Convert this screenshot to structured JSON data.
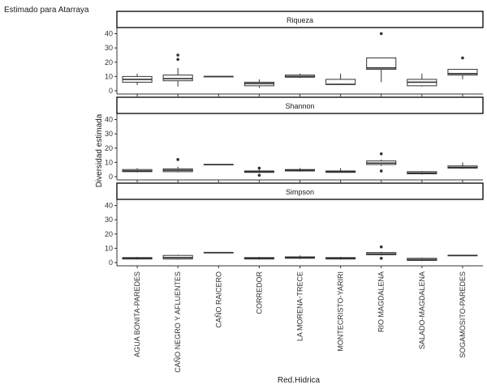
{
  "chart_data": {
    "type": "boxplot",
    "title": "Estimado para Atarraya",
    "xlabel": "Red.Hidrica",
    "ylabel": "Diversidad estimada",
    "ylim": [
      0,
      42
    ],
    "yticks": [
      0,
      10,
      20,
      30,
      40
    ],
    "categories": [
      "AGUA BONITA-PAREDES",
      "CAÑO NEGRO Y AFLUENTES",
      "CAÑO RAICERO",
      "CORREDOR",
      "LA MORENA-TRECE",
      "MONTECRISTO-YARIRI",
      "RIO MAGDALENA",
      "SALADO-MAGDALENA",
      "SOGAMOSITO-PAREDES"
    ],
    "panels": [
      {
        "label": "Riqueza",
        "boxes": [
          {
            "min": 4,
            "q1": 6,
            "median": 8,
            "q3": 10,
            "max": 12,
            "outliers": []
          },
          {
            "min": 3,
            "q1": 7,
            "median": 8.5,
            "q3": 11,
            "max": 16,
            "outliers": [
              22,
              25
            ]
          },
          {
            "min": 10,
            "q1": 10,
            "median": 10,
            "q3": 10,
            "max": 10,
            "outliers": []
          },
          {
            "min": 2,
            "q1": 3.5,
            "median": 5,
            "q3": 6,
            "max": 8,
            "outliers": []
          },
          {
            "min": 9,
            "q1": 9.5,
            "median": 10,
            "q3": 11,
            "max": 12,
            "outliers": []
          },
          {
            "min": 4,
            "q1": 4.5,
            "median": 4.5,
            "q3": 8,
            "max": 12,
            "outliers": []
          },
          {
            "min": 6,
            "q1": 15,
            "median": 16,
            "q3": 23,
            "max": 23,
            "outliers": [
              40
            ]
          },
          {
            "min": 3,
            "q1": 3.5,
            "median": 6,
            "q3": 8,
            "max": 12,
            "outliers": []
          },
          {
            "min": 8,
            "q1": 11,
            "median": 12,
            "q3": 15,
            "max": 15,
            "outliers": [
              23
            ]
          }
        ]
      },
      {
        "label": "Shannon",
        "boxes": [
          {
            "min": 3,
            "q1": 3.5,
            "median": 4,
            "q3": 5,
            "max": 6,
            "outliers": []
          },
          {
            "min": 3,
            "q1": 3.5,
            "median": 4.5,
            "q3": 5.5,
            "max": 7,
            "outliers": [
              12
            ]
          },
          {
            "min": 8.5,
            "q1": 8.5,
            "median": 8.5,
            "q3": 8.5,
            "max": 8.5,
            "outliers": []
          },
          {
            "min": 2.5,
            "q1": 3,
            "median": 3.5,
            "q3": 4,
            "max": 5,
            "outliers": [
              6,
              1
            ]
          },
          {
            "min": 3.5,
            "q1": 4,
            "median": 4.5,
            "q3": 5,
            "max": 6,
            "outliers": []
          },
          {
            "min": 3,
            "q1": 3,
            "median": 3.5,
            "q3": 4,
            "max": 6,
            "outliers": []
          },
          {
            "min": 7.5,
            "q1": 8.5,
            "median": 9.5,
            "q3": 11,
            "max": 12,
            "outliers": [
              16,
              4
            ]
          },
          {
            "min": 1.5,
            "q1": 2,
            "median": 2.5,
            "q3": 3.5,
            "max": 4,
            "outliers": []
          },
          {
            "min": 5.5,
            "q1": 6,
            "median": 6.5,
            "q3": 7.5,
            "max": 10,
            "outliers": []
          }
        ]
      },
      {
        "label": "Simpson",
        "boxes": [
          {
            "min": 2,
            "q1": 2.5,
            "median": 3,
            "q3": 3.5,
            "max": 4,
            "outliers": []
          },
          {
            "min": 2,
            "q1": 2.5,
            "median": 3.5,
            "q3": 5,
            "max": 5.5,
            "outliers": []
          },
          {
            "min": 7,
            "q1": 7,
            "median": 7,
            "q3": 7,
            "max": 7,
            "outliers": []
          },
          {
            "min": 2,
            "q1": 2.5,
            "median": 3,
            "q3": 3.5,
            "max": 4,
            "outliers": []
          },
          {
            "min": 2.5,
            "q1": 3,
            "median": 3.5,
            "q3": 4,
            "max": 5,
            "outliers": []
          },
          {
            "min": 2,
            "q1": 2.5,
            "median": 3,
            "q3": 3.5,
            "max": 4,
            "outliers": []
          },
          {
            "min": 5,
            "q1": 5.5,
            "median": 6,
            "q3": 7,
            "max": 7.5,
            "outliers": [
              11,
              3
            ]
          },
          {
            "min": 1,
            "q1": 1.5,
            "median": 2,
            "q3": 3,
            "max": 3.5,
            "outliers": []
          },
          {
            "min": 5,
            "q1": 5,
            "median": 5,
            "q3": 5,
            "max": 5,
            "outliers": []
          }
        ]
      }
    ],
    "colors": {
      "box_fill": "#ffffff",
      "box_stroke": "#333333",
      "strip_stroke": "#000000",
      "axis": "#333333"
    },
    "grid": false,
    "legend": "none"
  }
}
